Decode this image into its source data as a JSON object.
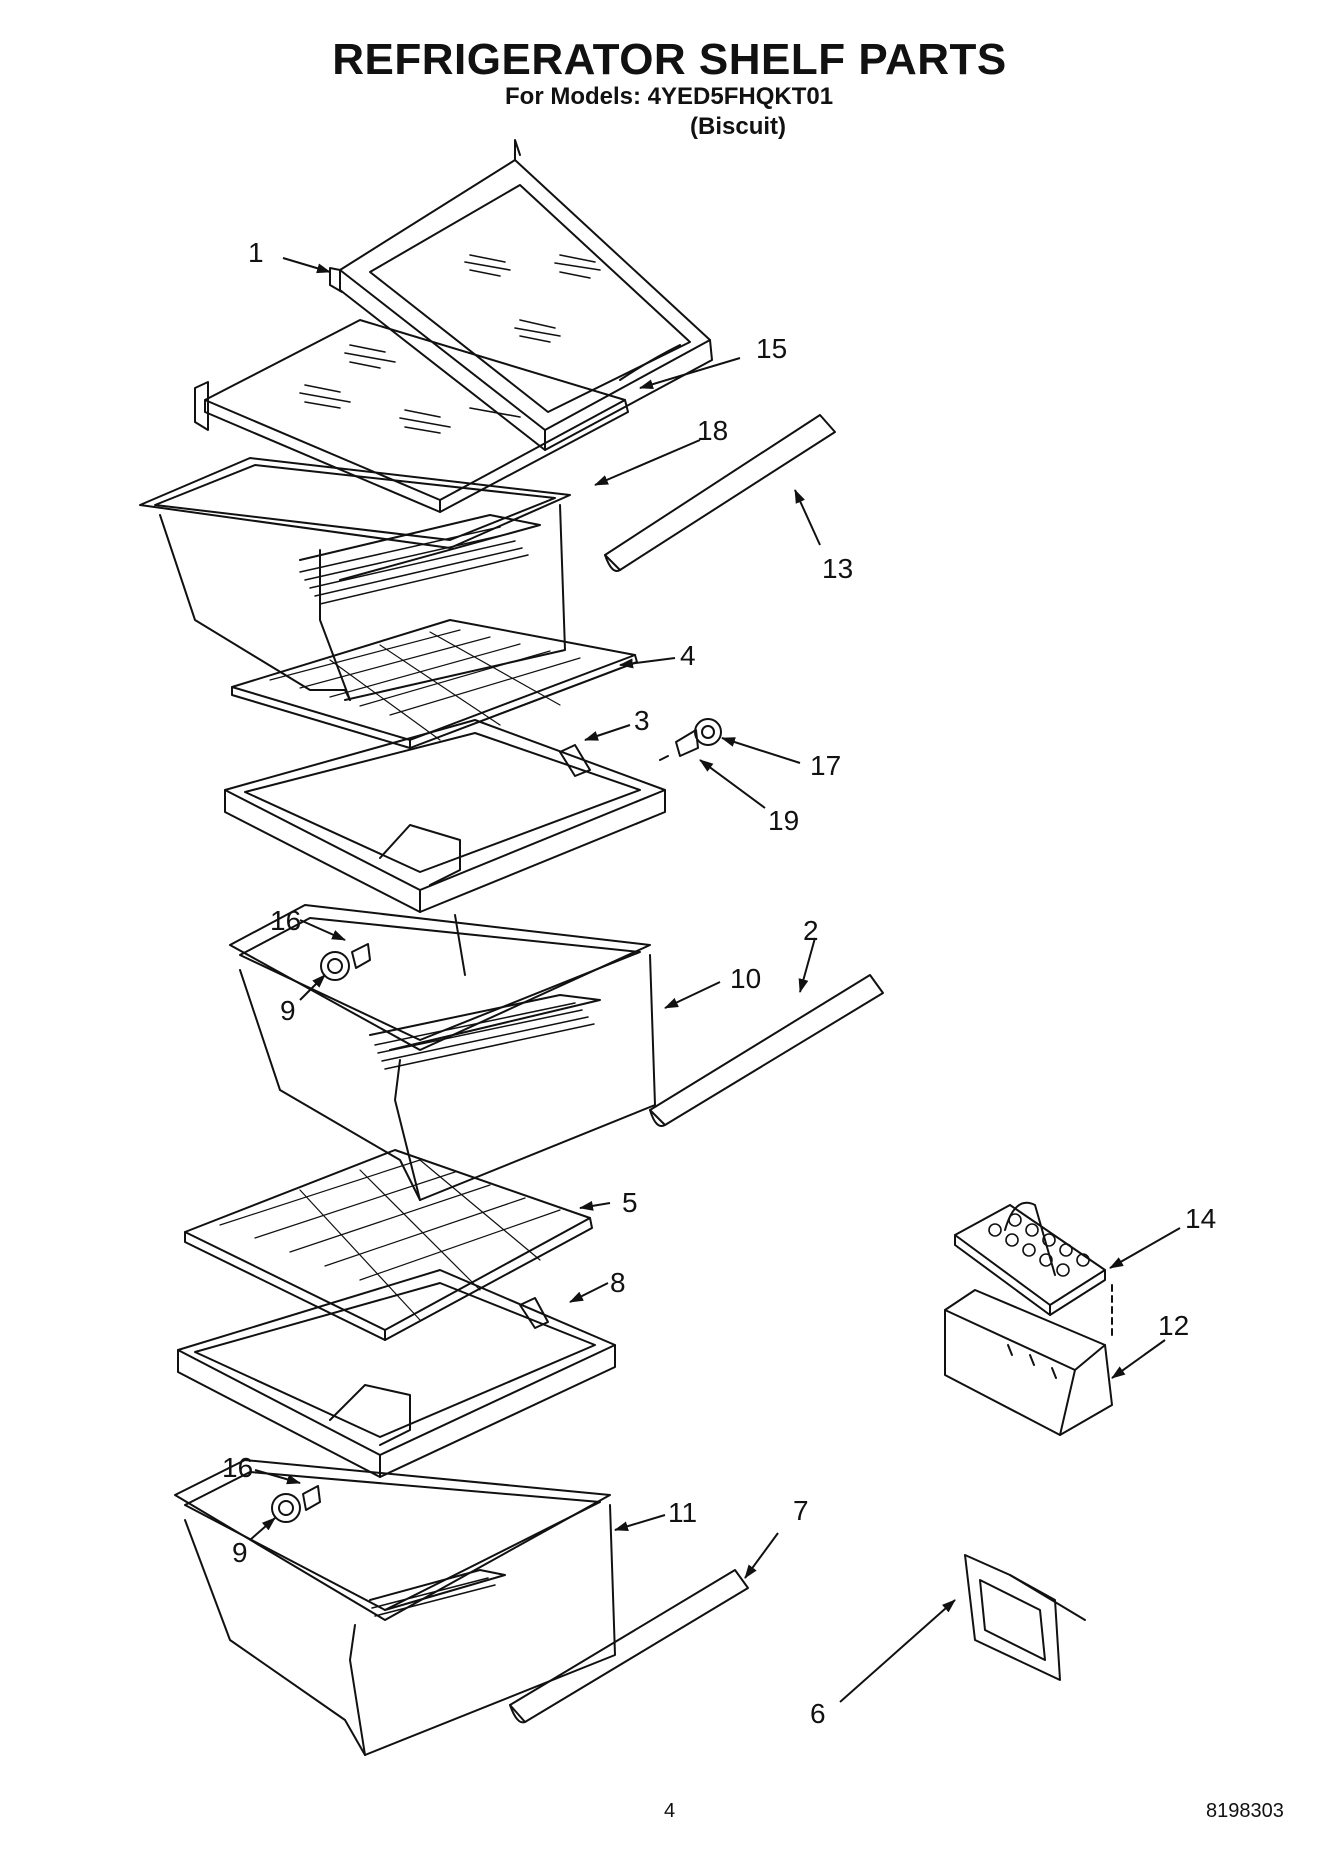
{
  "header": {
    "title": "REFRIGERATOR SHELF PARTS",
    "models_line": "For Models: 4YED5FHQKT01",
    "color": "(Biscuit)"
  },
  "callouts": {
    "c1": "1",
    "c2": "2",
    "c3": "3",
    "c4": "4",
    "c5": "5",
    "c6": "6",
    "c7": "7",
    "c8": "8",
    "c9a": "9",
    "c9b": "9",
    "c10": "10",
    "c11": "11",
    "c12": "12",
    "c13": "13",
    "c14": "14",
    "c15": "15",
    "c16a": "16",
    "c16b": "16",
    "c17": "17",
    "c18": "18",
    "c19": "19"
  },
  "footer": {
    "page_number": "4",
    "document_number": "8198303"
  }
}
